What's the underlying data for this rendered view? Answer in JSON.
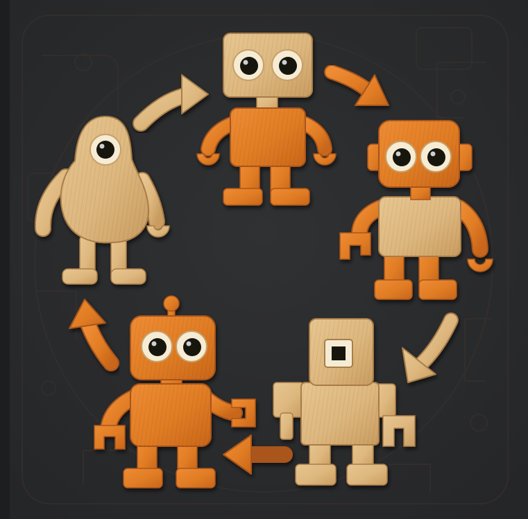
{
  "scene": {
    "colors": {
      "background": "#2a2b2d",
      "edge_strip": "#1d1e20",
      "groove": "#3a332d",
      "wood_light": "#ddb77e",
      "wood_light_edge": "#a87d48",
      "wood_orange": "#e07c24",
      "wood_orange_edge": "#a9551a",
      "eye_white": "#f6ecd4",
      "pupil": "#15120f"
    },
    "figures": [
      {
        "name": "pear-one-eyed-figure",
        "eyes": 1,
        "material": "light-wood"
      },
      {
        "name": "box-head-robot",
        "eyes": 2,
        "material": "light-wood-head-orange-body"
      },
      {
        "name": "orange-head-robot",
        "eyes": 2,
        "material": "orange-head-light-body"
      },
      {
        "name": "square-socket-robot",
        "eyes": 0,
        "material": "light-wood"
      },
      {
        "name": "antenna-robot",
        "eyes": 2,
        "material": "orange-wood"
      }
    ],
    "arrows": [
      {
        "name": "arrow-pear-to-boxhead",
        "material": "light-wood"
      },
      {
        "name": "arrow-boxhead-to-orangehead",
        "material": "orange-wood"
      },
      {
        "name": "arrow-orangehead-to-socket",
        "material": "light-wood"
      },
      {
        "name": "arrow-socket-to-antenna",
        "material": "orange-wood"
      },
      {
        "name": "arrow-antenna-to-pear",
        "material": "orange-wood"
      }
    ]
  }
}
